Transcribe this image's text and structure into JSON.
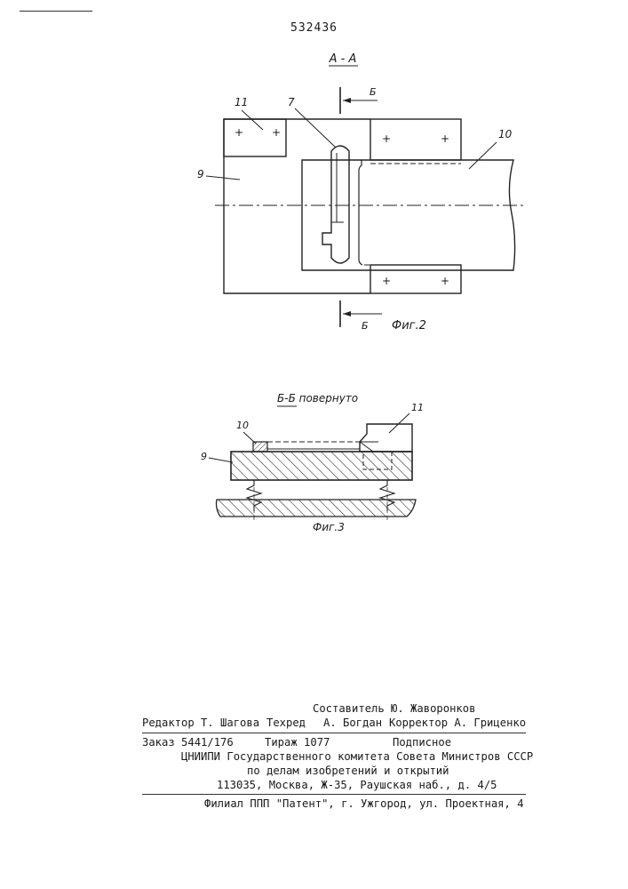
{
  "header": {
    "patent_number": "532436"
  },
  "figure2": {
    "section_label": "А - А",
    "section_mark_top": "Б",
    "section_mark_bottom": "Б",
    "caption": "Фиг.2",
    "callouts": {
      "c11": "11",
      "c7": "7",
      "c9": "9",
      "c10": "10"
    }
  },
  "figure3": {
    "section_label": "Б-Б повернуто",
    "caption": "Фиг.3",
    "callouts": {
      "c10": "10",
      "c11": "11",
      "c9": "9"
    }
  },
  "colophon": {
    "compiler": "Составитель Ю. Жаворонков",
    "editor": "Редактор Т. Шагова",
    "techred": "Техред",
    "techred_name": "А. Богдан",
    "corrector": "Корректор А. Гриценко",
    "order": "Заказ 5441/176",
    "print_run": "Тираж 1077",
    "subscription": "Подписное",
    "institute_line1": "ЦНИИПИ Государственного комитета Совета Министров СССР",
    "institute_line2": "по делам изобретений и открытий",
    "institute_address": "113035, Москва, Ж-35, Раушская наб., д. 4/5",
    "branch": "Филиал ППП \"Патент\", г. Ужгород, ул. Проектная, 4"
  }
}
